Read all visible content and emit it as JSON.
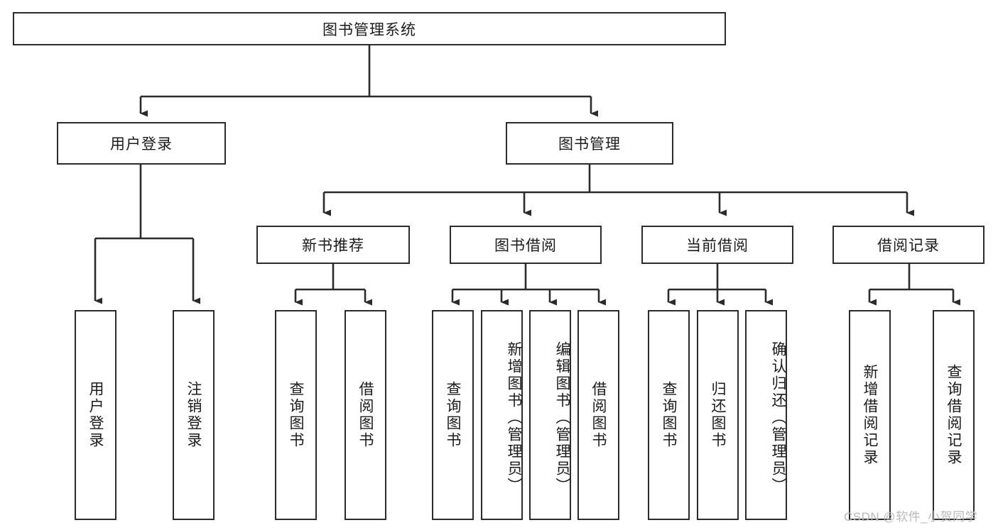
{
  "diagram": {
    "title": "图书管理系统",
    "orientation": "top-down tree",
    "root": {
      "label": "图书管理系统"
    },
    "level1": [
      {
        "label": "用户登录"
      },
      {
        "label": "图书管理"
      }
    ],
    "level2": [
      {
        "label": "新书推荐"
      },
      {
        "label": "图书借阅"
      },
      {
        "label": "当前借阅"
      },
      {
        "label": "借阅记录"
      }
    ],
    "leaves": {
      "user_login": [
        {
          "label": "用户登录"
        },
        {
          "label": "注销登录"
        }
      ],
      "new_book_recommend": [
        {
          "label": "查询图书"
        },
        {
          "label": "借阅图书"
        }
      ],
      "book_borrow": [
        {
          "label": "查询图书"
        },
        {
          "label": "新增图书（管理员）"
        },
        {
          "label": "编辑图书（管理员）"
        },
        {
          "label": "借阅图书"
        }
      ],
      "current_borrow": [
        {
          "label": "查询图书"
        },
        {
          "label": "归还图书"
        },
        {
          "label": "确认归还（管理员）"
        }
      ],
      "borrow_record": [
        {
          "label": "新增借阅记录"
        },
        {
          "label": "查询借阅记录"
        }
      ]
    }
  },
  "watermark": {
    "text": "CSDN @软件_小贺同学"
  },
  "colors": {
    "stroke": "#2b2b2b",
    "background": "#ffffff",
    "text": "#1b1b1b",
    "watermark": "#b9b9b9"
  }
}
